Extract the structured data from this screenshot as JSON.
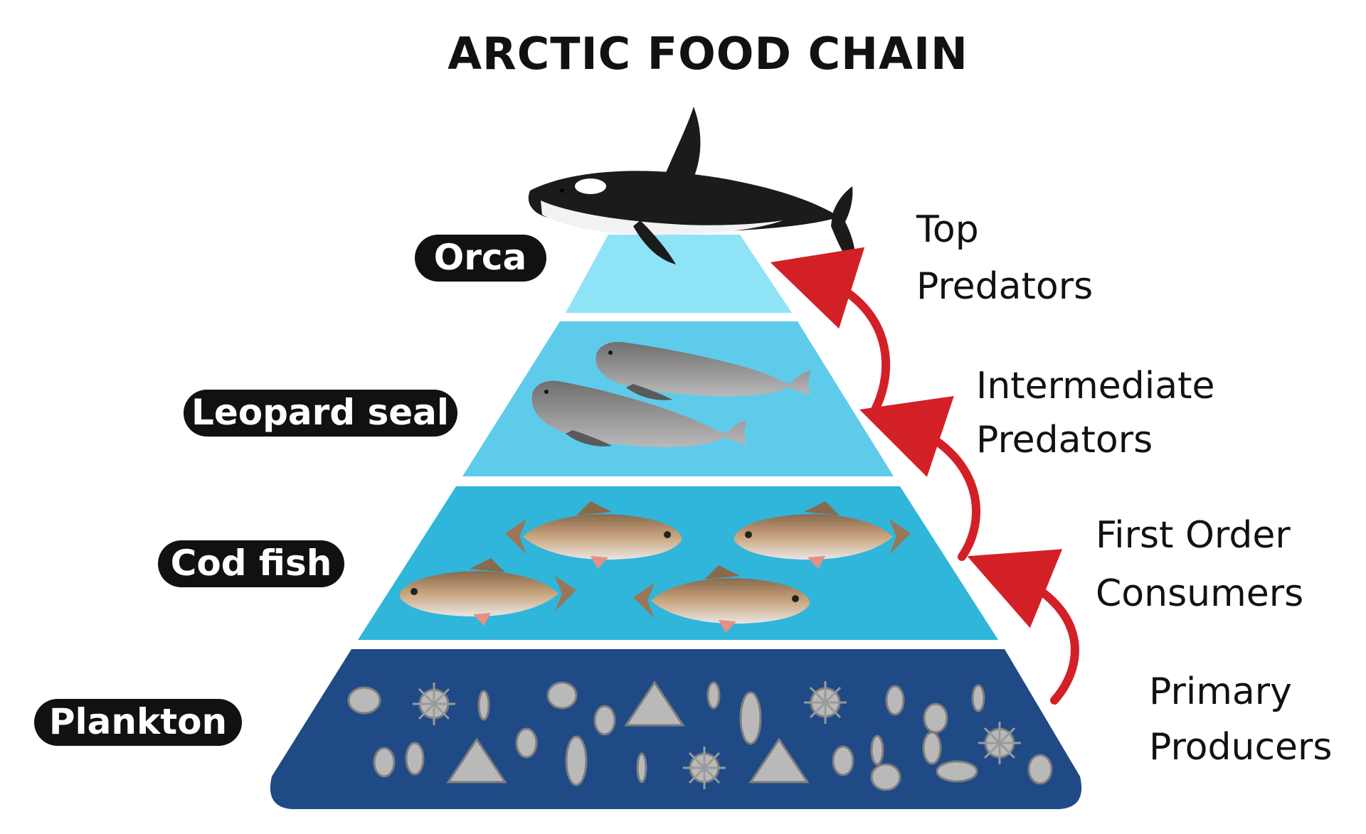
{
  "title": "ARCTIC FOOD CHAIN",
  "levels": [
    {
      "organism": "Orca",
      "role_line1": "Top",
      "role_line2": "Predators"
    },
    {
      "organism": "Leopard seal",
      "role_line1": "Intermediate",
      "role_line2": "Predators"
    },
    {
      "organism": "Cod fish",
      "role_line1": "First Order",
      "role_line2": "Consumers"
    },
    {
      "organism": "Plankton",
      "role_line1": "Primary",
      "role_line2": "Producers"
    }
  ],
  "colors": {
    "tier_top": "#8ee3f7",
    "tier_seal": "#5fcbea",
    "tier_fish": "#2fb6da",
    "tier_plankton": "#1f4a86",
    "arrow": "#d32027",
    "pill": "#111111"
  },
  "icons": [
    "orca-icon",
    "seal-icon",
    "cod-fish-icon",
    "plankton-icon"
  ]
}
